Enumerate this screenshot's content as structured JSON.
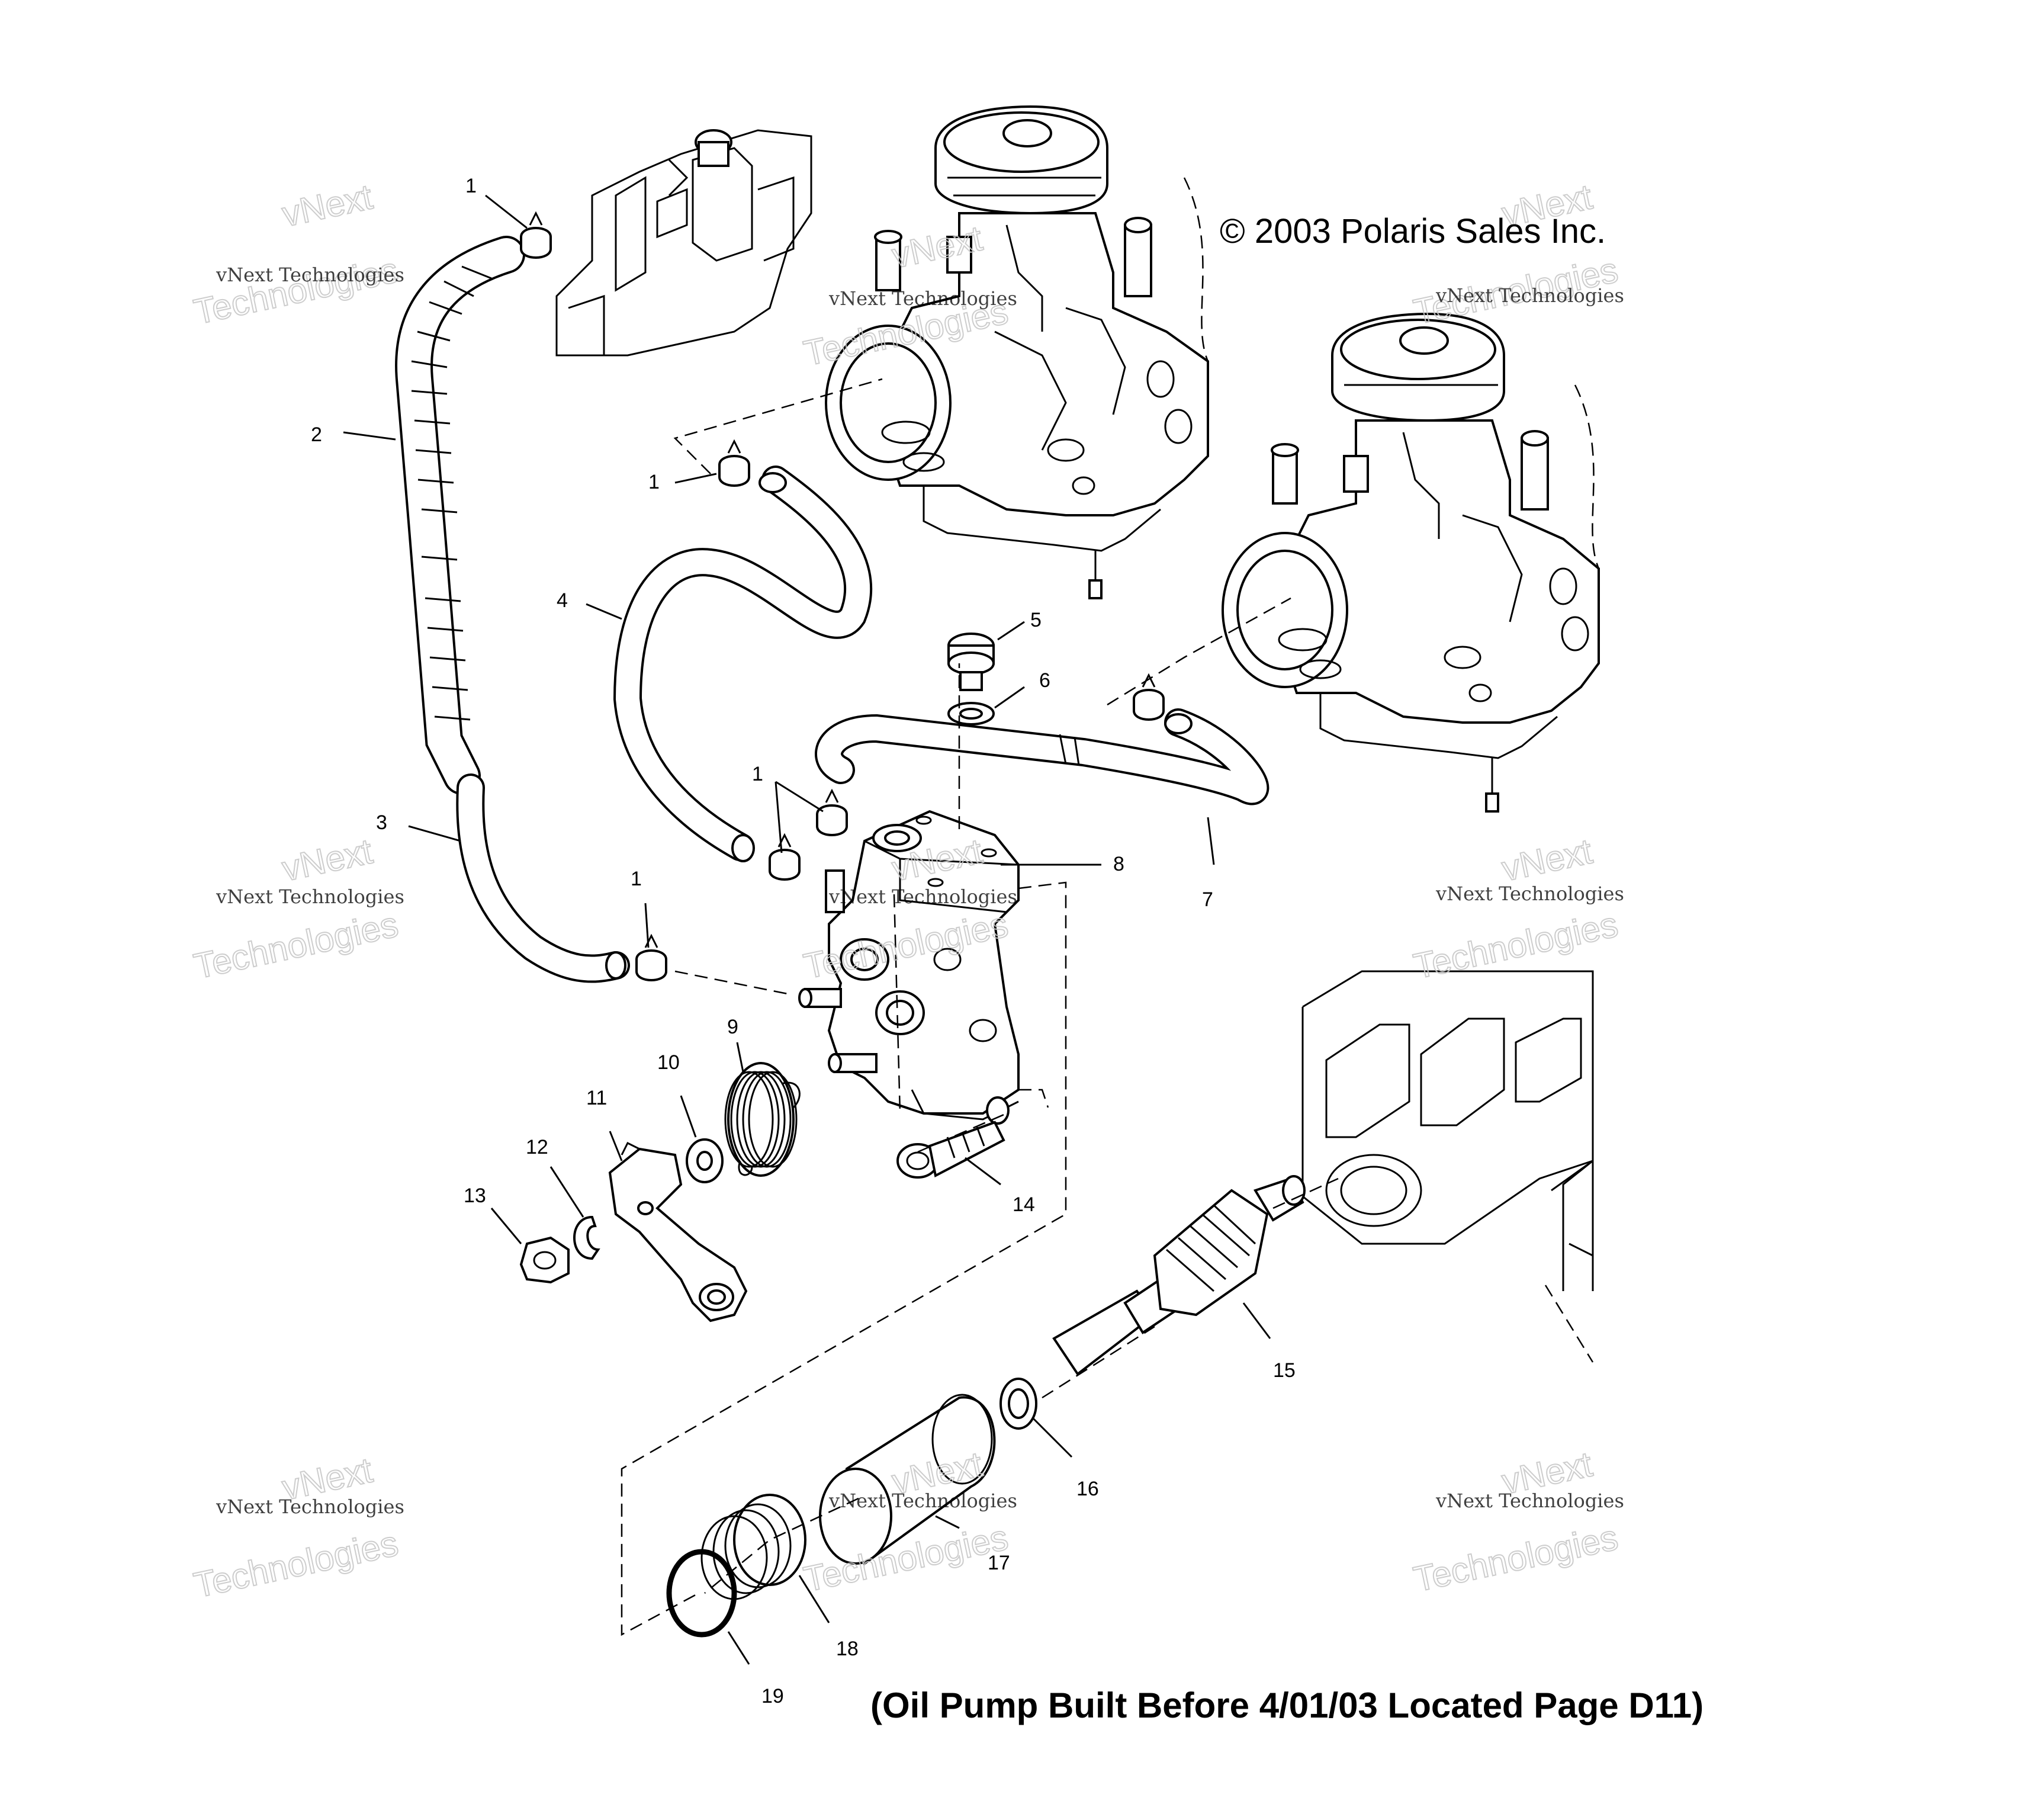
{
  "copyright": "© 2003 Polaris Sales Inc.",
  "note": "(Oil Pump Built Before 4/01/03 Located Page D11)",
  "watermark": {
    "line1": "vNext",
    "line2": "vNext Technologies",
    "line3": "Technologies"
  },
  "callouts": {
    "c1a": "1",
    "c1b": "1",
    "c1c": "1",
    "c1d": "1",
    "c2": "2",
    "c3": "3",
    "c4": "4",
    "c5": "5",
    "c6": "6",
    "c7": "7",
    "c8": "8",
    "c9": "9",
    "c10": "10",
    "c11": "11",
    "c12": "12",
    "c13": "13",
    "c14": "14",
    "c15": "15",
    "c16": "16",
    "c17": "17",
    "c18": "18",
    "c19": "19"
  }
}
